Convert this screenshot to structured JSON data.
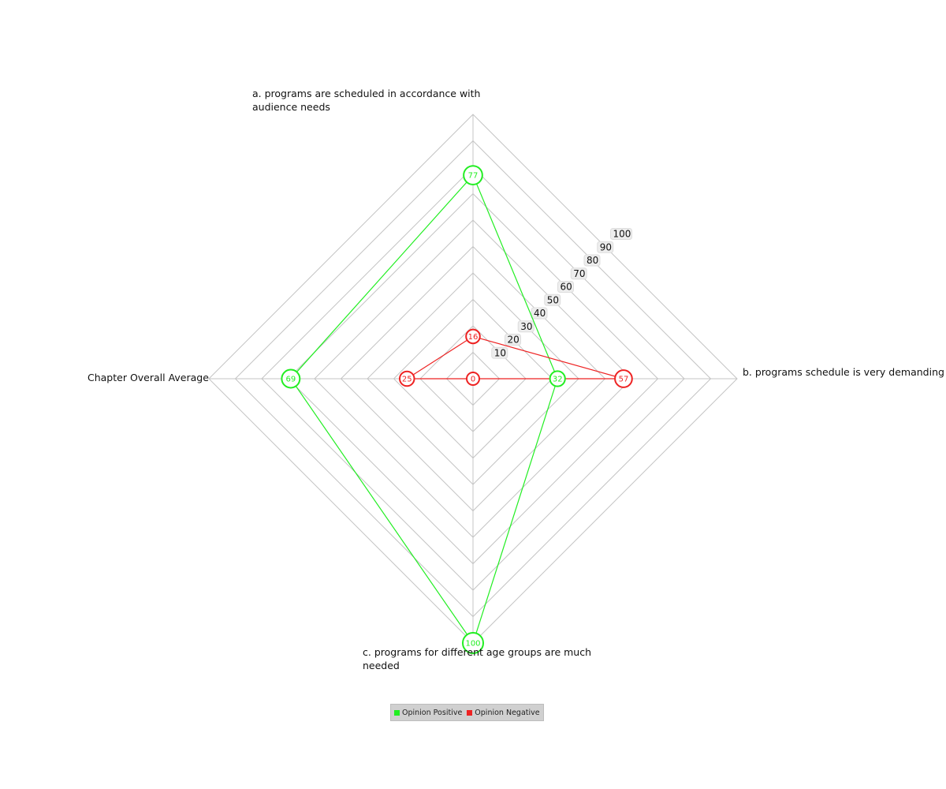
{
  "chart_data": {
    "type": "radar",
    "title": "",
    "axes": [
      "a. programs are scheduled in accordance with audience needs",
      "b. programs schedule is very demanding a",
      "c. programs for different age groups are much needed",
      "Chapter Overall Average"
    ],
    "axis_label_lines": [
      [
        "a. programs are scheduled in accordance with",
        "audience needs"
      ],
      [
        "b. programs schedule is very demanding a"
      ],
      [
        "c. programs for different age groups are much",
        "needed"
      ],
      [
        "Chapter Overall Average"
      ]
    ],
    "range": [
      0,
      100
    ],
    "ticks": [
      10,
      20,
      30,
      40,
      50,
      60,
      70,
      80,
      90,
      100
    ],
    "grid": true,
    "legend_position": "bottom",
    "series": [
      {
        "name": "Opinion Positive",
        "color": "#22ee22",
        "values": [
          77,
          32,
          100,
          69
        ]
      },
      {
        "name": "Opinion Negative",
        "color": "#ee2222",
        "values": [
          16,
          57,
          0,
          25
        ]
      }
    ]
  }
}
